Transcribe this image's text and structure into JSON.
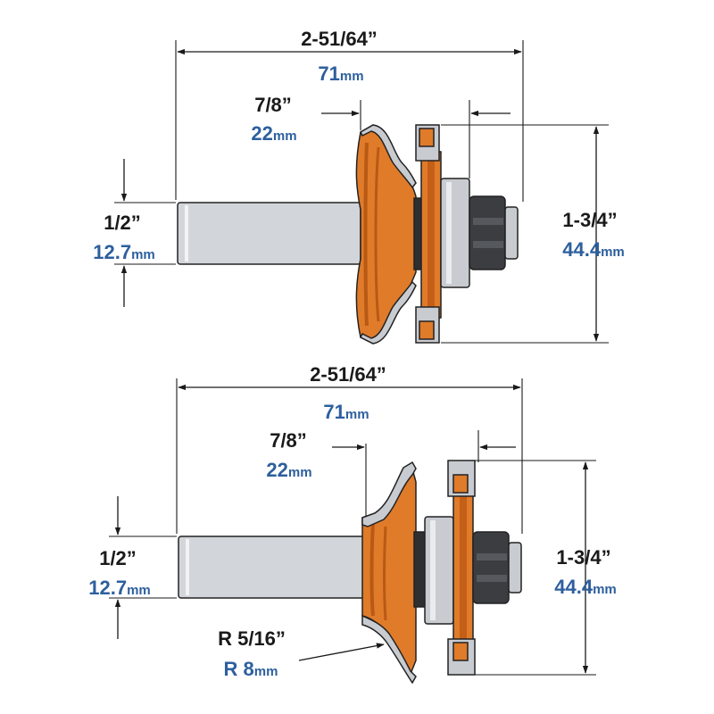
{
  "colors": {
    "cutter": "#e07b2a",
    "cutter_dark": "#b85a15",
    "shank": "#d2d6db",
    "steel": "#c8ccd1",
    "nut": "#3b3d40",
    "metric_text": "#2d5f9e",
    "imperial_text": "#1a1a1a"
  },
  "top": {
    "overall_length": {
      "imperial": "2-51/64”",
      "metric_value": "71",
      "metric_unit": "mm"
    },
    "cut_depth": {
      "imperial": "7/8”",
      "metric_value": "22",
      "metric_unit": "mm"
    },
    "shank": {
      "imperial": "1/2”",
      "metric_value": "12.7",
      "metric_unit": "mm"
    },
    "diameter": {
      "imperial": "1-3/4”",
      "metric_value": "44.4",
      "metric_unit": "mm"
    }
  },
  "bottom": {
    "overall_length": {
      "imperial": "2-51/64”",
      "metric_value": "71",
      "metric_unit": "mm"
    },
    "cut_depth": {
      "imperial": "7/8”",
      "metric_value": "22",
      "metric_unit": "mm"
    },
    "shank": {
      "imperial": "1/2”",
      "metric_value": "12.7",
      "metric_unit": "mm"
    },
    "diameter": {
      "imperial": "1-3/4”",
      "metric_value": "44.4",
      "metric_unit": "mm"
    },
    "radius": {
      "imperial": "R 5/16”",
      "metric_prefix": "R ",
      "metric_value": "8",
      "metric_unit": "mm"
    }
  }
}
